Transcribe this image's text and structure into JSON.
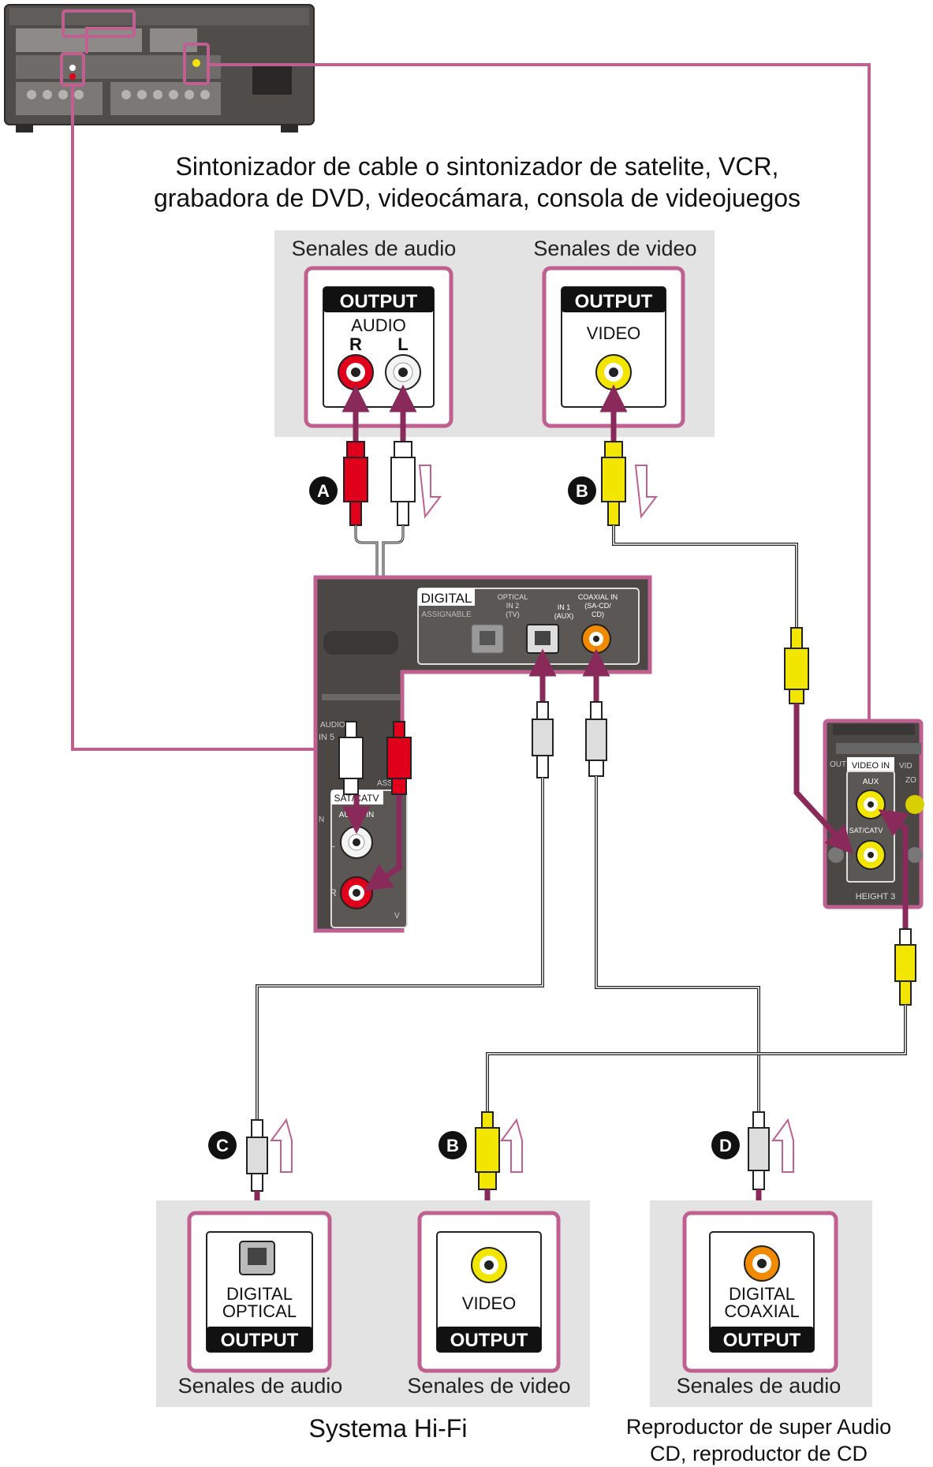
{
  "top_device": {
    "caption_line1": "Sintonizador de cable o sintonizador de satelite, VCR,",
    "caption_line2": "grabadora de DVD, videocámara, consola de videojuegos",
    "audio_group_label": "Senales de audio",
    "video_group_label": "Senales de video",
    "audio_output": {
      "header": "OUTPUT",
      "label": "AUDIO",
      "right": "R",
      "left": "L"
    },
    "video_output": {
      "header": "OUTPUT",
      "label": "VIDEO"
    }
  },
  "cable_letters": {
    "a": "A",
    "b_top": "B",
    "b_bottom": "B",
    "c": "C",
    "d": "D"
  },
  "receiver_digital_panel": {
    "title": "DIGITAL",
    "assignable": "ASSIGNABLE",
    "optical_in2": "OPTICAL\nIN 2\n(TV)",
    "in1": "IN 1\n(AUX)",
    "coaxial": "COAXIAL IN\n(SA-CD/\nCD)"
  },
  "receiver_audio_panel": {
    "audio_label": "AUDIO",
    "in5_label": "IN 5",
    "sat_label": "SAT/CATV",
    "audio_in_label": "AUDIO IN",
    "left": "L",
    "right": "R",
    "assign_partial": "ASSI",
    "v_partial": "V",
    "n_partial": "N"
  },
  "receiver_video_panel": {
    "video_in": "VIDEO IN",
    "aux": "AUX",
    "sat_catv": "SAT/CATV",
    "height3": "HEIGHT 3",
    "out_partial": "OUT",
    "vid_partial": "VID",
    "zo_partial": "ZO"
  },
  "bottom_hifi": {
    "system_label": "Systema Hi-Fi",
    "optical_box": {
      "line1": "DIGITAL",
      "line2": "OPTICAL",
      "footer": "OUTPUT",
      "caption": "Senales de audio"
    },
    "video_box": {
      "label": "VIDEO",
      "footer": "OUTPUT",
      "caption": "Senales de video"
    }
  },
  "bottom_cd": {
    "system_label_line1": "Reproductor de super Audio",
    "system_label_line2": "CD, reproductor de CD",
    "coaxial_box": {
      "line1": "DIGITAL",
      "line2": "COAXIAL",
      "footer": "OUTPUT",
      "caption": "Senales de audio"
    }
  },
  "colors": {
    "magenta_link": "#c06090",
    "arrow": "#8a2a5a",
    "panel_gray": "#e3e3e3",
    "receiver_body": "#4a4745",
    "red_plug": "#e0001b",
    "yellow_plug": "#f2e600"
  }
}
